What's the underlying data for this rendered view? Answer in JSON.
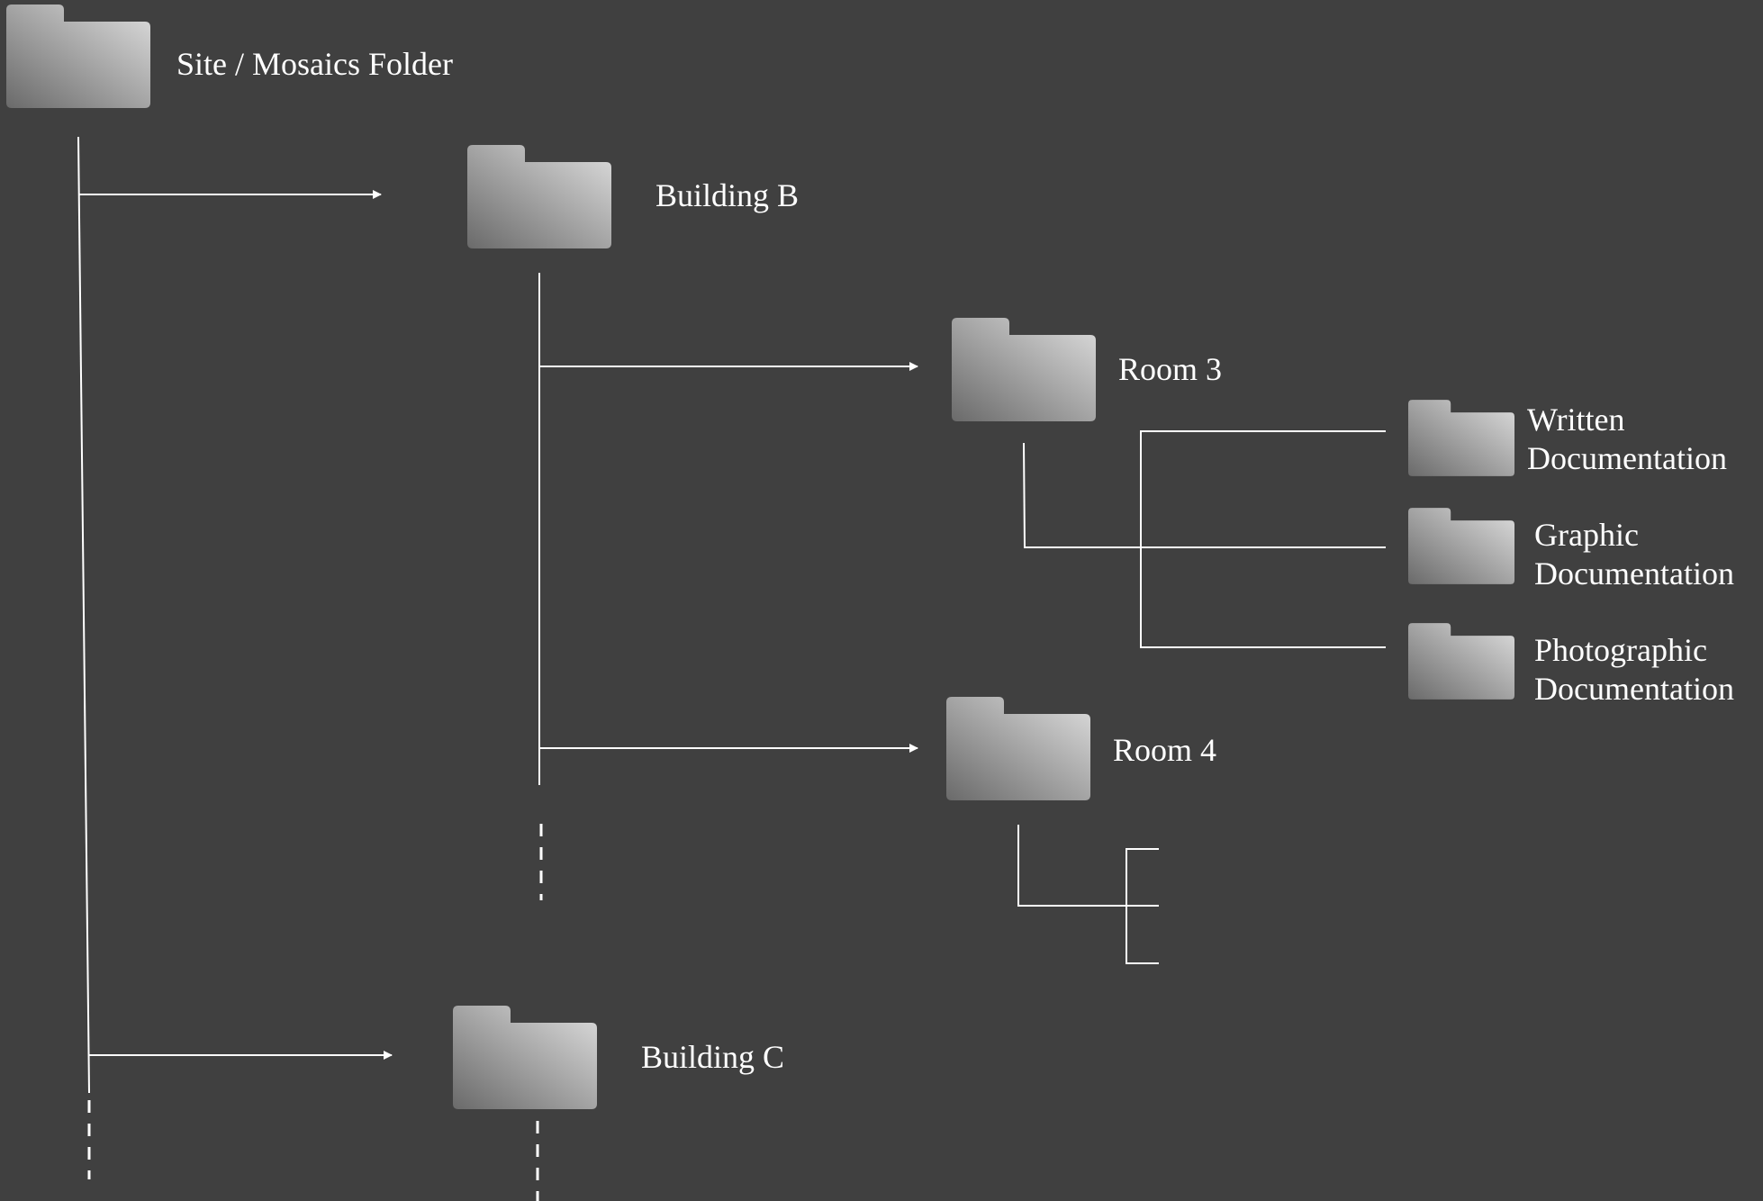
{
  "colors": {
    "background": "#404040",
    "line": "#ffffff",
    "text": "#ffffff",
    "folder_gradient_start": "#6a6a6a",
    "folder_gradient_end": "#dedede"
  },
  "icons": {
    "folder": "folder-icon"
  },
  "nodes": {
    "site": {
      "label": "Site / Mosaics Folder"
    },
    "building_b": {
      "label": "Building B"
    },
    "room_3": {
      "label": "Room 3"
    },
    "room_4": {
      "label": "Room 4"
    },
    "written": {
      "label_line1": "Written",
      "label_line2": "Documentation"
    },
    "graphic": {
      "label_line1": "Graphic",
      "label_line2": "Documentation"
    },
    "photographic": {
      "label_line1": "Photographic",
      "label_line2": "Documentation"
    },
    "building_c": {
      "label": "Building C"
    }
  }
}
